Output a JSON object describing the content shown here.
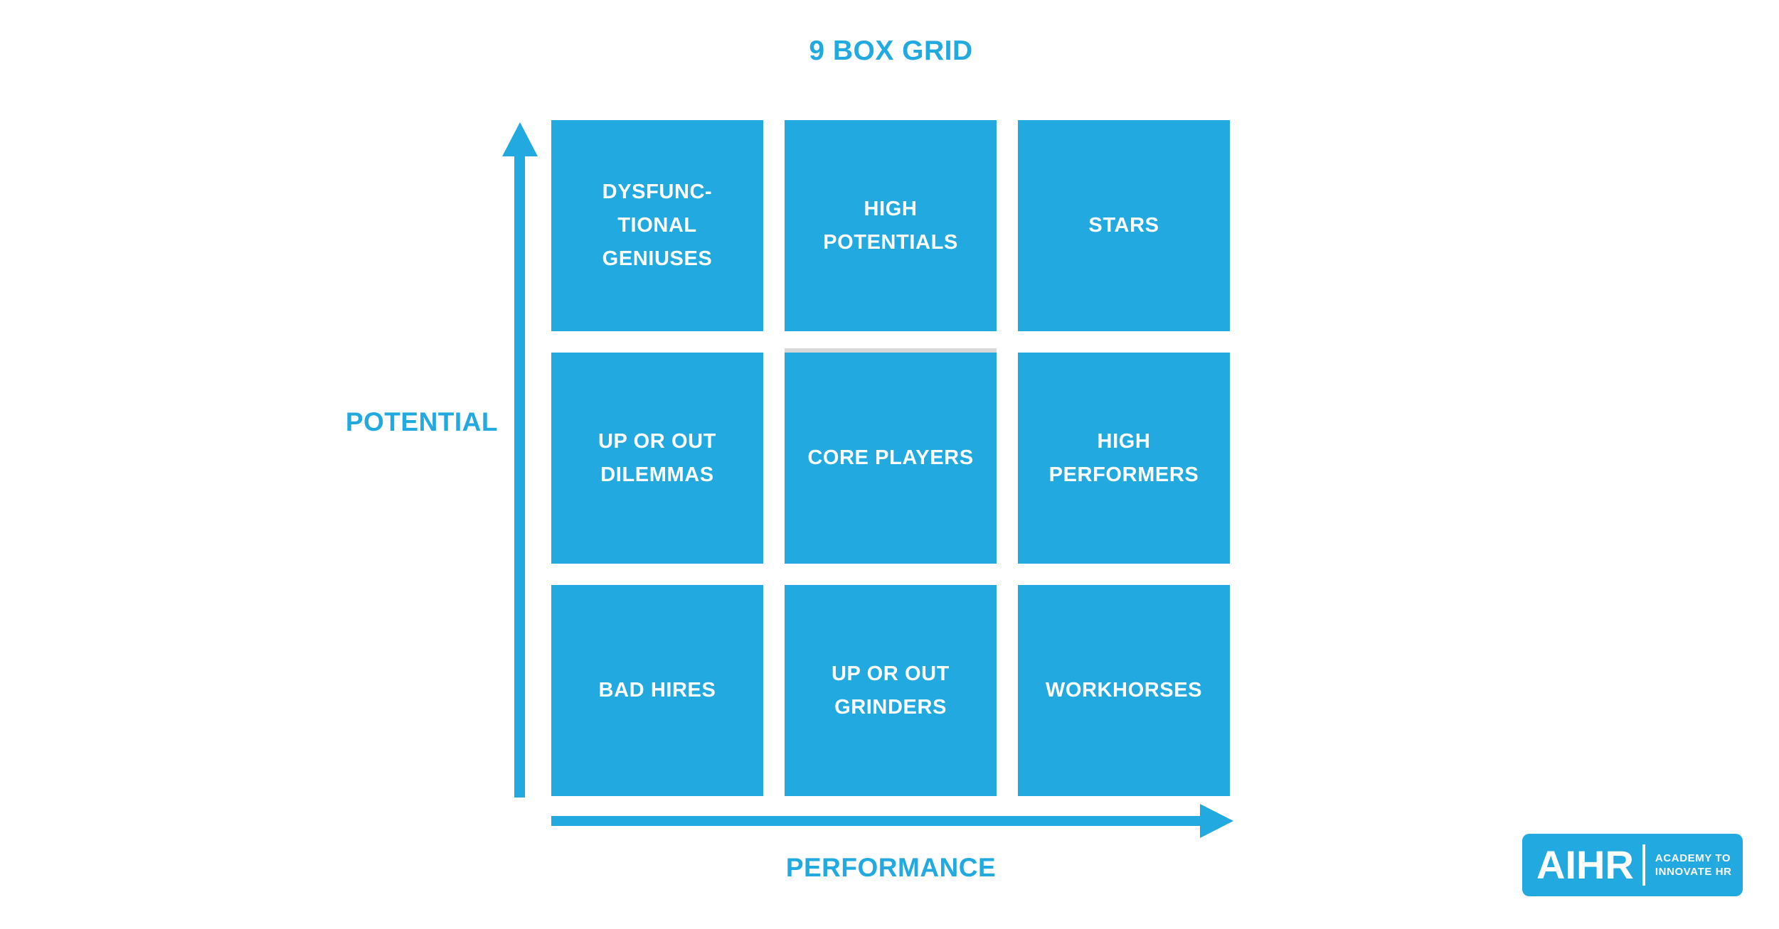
{
  "title": "9 BOX GRID",
  "colors": {
    "accent": "#21A9E0",
    "cell_text": "#FFFFFF",
    "background": "#FFFFFF",
    "center_cell_top_strip": "#D8D8D8"
  },
  "axes": {
    "y_label": "POTENTIAL",
    "x_label": "PERFORMANCE"
  },
  "grid": {
    "cells": [
      {
        "label": "DYSFUNC-\nTIONAL\nGENIUSES"
      },
      {
        "label": "HIGH\nPOTENTIALS"
      },
      {
        "label": "STARS"
      },
      {
        "label": "UP OR OUT\nDILEMMAS"
      },
      {
        "label": "CORE PLAYERS"
      },
      {
        "label": "HIGH\nPERFORMERS"
      },
      {
        "label": "BAD HIRES"
      },
      {
        "label": "UP OR OUT\nGRINDERS"
      },
      {
        "label": "WORKHORSES"
      }
    ]
  },
  "logo": {
    "brand": "AIHR",
    "tagline": "ACADEMY TO\nINNOVATE HR"
  }
}
